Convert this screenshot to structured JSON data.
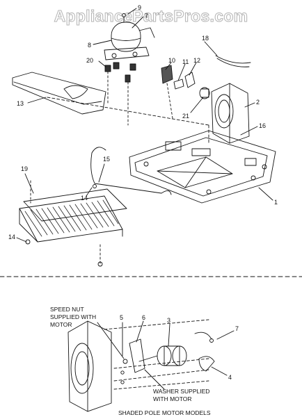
{
  "watermark": "AppliancePartsPros.com",
  "upper_callouts": [
    {
      "id": "c9",
      "label": "9"
    },
    {
      "id": "c7",
      "label": "7"
    },
    {
      "id": "c8",
      "label": "8"
    },
    {
      "id": "c20",
      "label": "20"
    },
    {
      "id": "c10",
      "label": "10"
    },
    {
      "id": "c11",
      "label": "11"
    },
    {
      "id": "c12",
      "label": "12"
    },
    {
      "id": "c18",
      "label": "18"
    },
    {
      "id": "c13",
      "label": "13"
    },
    {
      "id": "c2",
      "label": "2"
    },
    {
      "id": "c21",
      "label": "21"
    },
    {
      "id": "c16",
      "label": "16"
    },
    {
      "id": "c15",
      "label": "15"
    },
    {
      "id": "c19",
      "label": "19"
    },
    {
      "id": "c14a",
      "label": "14"
    },
    {
      "id": "c1",
      "label": "1"
    },
    {
      "id": "c14b",
      "label": "14"
    }
  ],
  "lower_callouts": [
    {
      "id": "l5",
      "label": "5"
    },
    {
      "id": "l6",
      "label": "6"
    },
    {
      "id": "l3",
      "label": "3"
    },
    {
      "id": "l7",
      "label": "7"
    },
    {
      "id": "l4",
      "label": "4"
    }
  ],
  "notes": {
    "speed_nut": [
      "SPEED NUT",
      "SUPPLIED WITH",
      "MOTOR"
    ],
    "washer": [
      "WASHER SUPPLIED",
      "WITH MOTOR"
    ]
  },
  "caption": "SHADED POLE MOTOR MODELS"
}
